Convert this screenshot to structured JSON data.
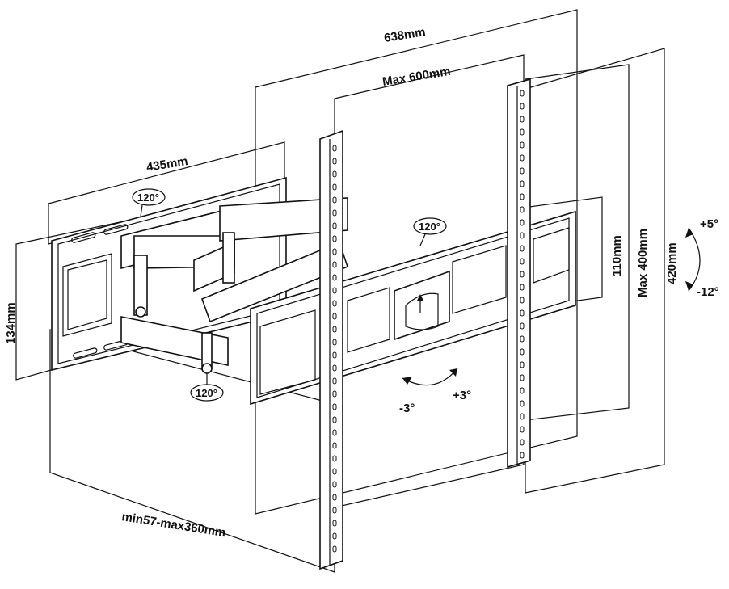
{
  "diagram": {
    "dimensions": {
      "width_outer": "638mm",
      "width_max": "Max 600mm",
      "wall_plate_width": "435mm",
      "wall_plate_height": "134mm",
      "rail_height": "110mm",
      "height_max": "Max 400mm",
      "height_outer": "420mm",
      "depth_range": "min57-max360mm"
    },
    "angles": {
      "swivel_top": "120°",
      "swivel_mid": "120°",
      "swivel_bottom": "120°",
      "tilt_up": "+5°",
      "tilt_down": "-12°",
      "level_minus": "-3°",
      "level_plus": "+3°"
    }
  }
}
